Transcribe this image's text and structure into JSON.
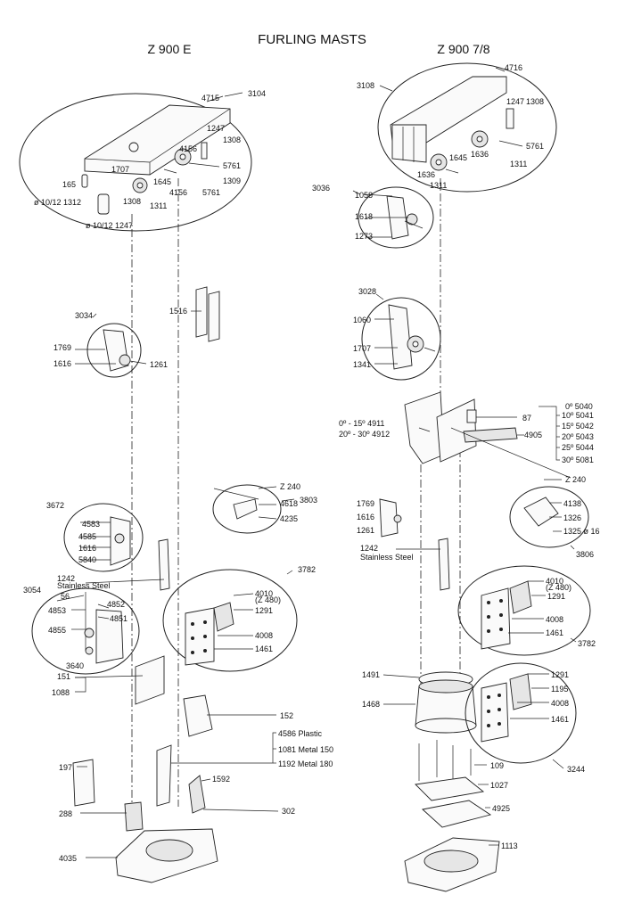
{
  "title": "FURLING MASTS",
  "left_heading": "Z 900 E",
  "right_heading": "Z 900 7/8",
  "left_labels": {
    "c3104": "3104",
    "p4715": "4715",
    "p1247": "1247",
    "p1308a": "1308",
    "p4156a": "4156",
    "p5761a": "5761",
    "p1309": "1309",
    "p5761b": "5761",
    "p4156b": "4156",
    "p1645": "1645",
    "p1707": "1707",
    "p165": "165",
    "p1308b": "1308",
    "p1311": "1311",
    "p1312": "ø 10/12 1312",
    "p1247b": "ø 10/12 1247",
    "p1516": "1516",
    "c3034": "3034",
    "p1769": "1769",
    "p1616": "1616",
    "p1261": "1261",
    "c3803": "3803",
    "pZ240": "Z 240",
    "p4618": "4618",
    "p4235": "4235",
    "c3672": "3672",
    "p4583": "4583",
    "p4585": "4585",
    "p1616b": "1616",
    "p5840": "5840",
    "p1242": "1242",
    "p1242s": "Stainless Steel",
    "c3054": "3054",
    "p56": "56",
    "p4853": "4853",
    "p4852": "4852",
    "p4851": "4851",
    "p4855": "4855",
    "p3640": "3640",
    "c3782": "3782",
    "p4010": "4010",
    "p4010s": "(Z 480)",
    "p1291": "1291",
    "p4008": "4008",
    "p1461": "1461",
    "p151": "151",
    "p1088": "1088",
    "p152": "152",
    "p4586": "4586 Plastic",
    "p1081": "1081 Metal 150",
    "p1192": "1192 Metal 180",
    "p197": "197",
    "p1592": "1592",
    "p288": "288",
    "p302": "302",
    "p4035": "4035"
  },
  "right_labels": {
    "p3108": "3108",
    "p4716": "4716",
    "p1247": "1247",
    "p1308": "1308",
    "p5761": "5761",
    "p1645": "1645",
    "p1636a": "1636",
    "p1636b": "1636",
    "p1311a": "1311",
    "p1311b": "1311",
    "c3036": "3036",
    "p1058": "1058",
    "p1618": "1618",
    "p1273": "1273",
    "c3028": "3028",
    "p1060": "1060",
    "p1707": "1707",
    "p1341": "1341",
    "p5040": "0º 5040",
    "p5041": "10º 5041",
    "p5042": "15º 5042",
    "p5043": "20º 5043",
    "p5044": "25º 5044",
    "p5081": "30º 5081",
    "p87": "87",
    "p4905": "4905",
    "p4911": "0º - 15º 4911",
    "p4912": "20º - 30º 4912",
    "pZ240": "Z 240",
    "p4138": "4138",
    "p1326": "1326",
    "p1325": "1325 ø 16",
    "c3806": "3806",
    "p1769": "1769",
    "p1616": "1616",
    "p1261": "1261",
    "p1242": "1242",
    "p1242s": "Stainless Steel",
    "p4010": "4010",
    "p4010s": "(Z 480)",
    "p1291": "1291",
    "p4008": "4008",
    "p1461": "1461",
    "c3782": "3782",
    "p1491": "1491",
    "p1468": "1468",
    "p1291b": "1291",
    "p1195": "1195",
    "p4008b": "4008",
    "p1461b": "1461",
    "c3244": "3244",
    "p109": "109",
    "p1027": "1027",
    "p4925": "4925",
    "p1113": "1113"
  }
}
